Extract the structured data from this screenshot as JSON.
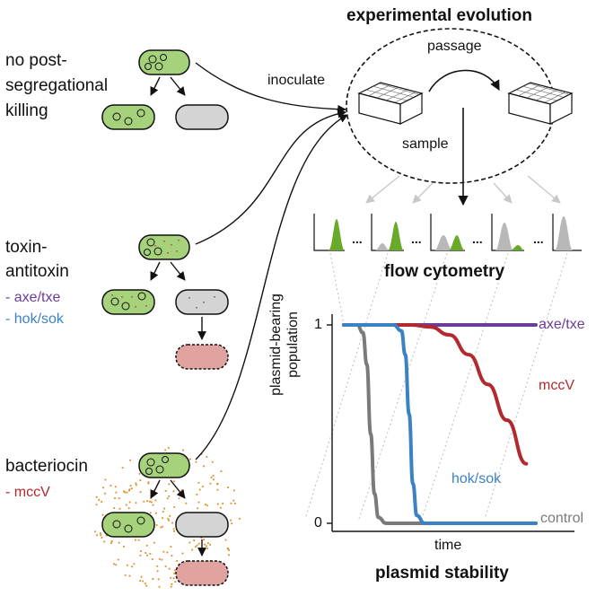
{
  "header": {
    "title": "experimental evolution"
  },
  "evolution": {
    "passage_label": "passage",
    "inoculate_label": "inoculate",
    "sample_label": "sample"
  },
  "systems": {
    "none": {
      "line1": "no post-",
      "line2": "segregational",
      "line3": "killing"
    },
    "ta": {
      "line1": "toxin-",
      "line2": "antitoxin",
      "item1": "- axe/txe",
      "item2": "- hok/sok"
    },
    "bacteriocin": {
      "line1": "bacteriocin",
      "item1": "- mccV"
    }
  },
  "flow": {
    "title": "flow cytometry",
    "dots": "..."
  },
  "colors": {
    "plasmid_cell": "#a6d27c",
    "cured_cell": "#d4d4d4",
    "dead_cell": "#e0a3a0",
    "axe_txe": "#6a3d9a",
    "hok_sok": "#3b82c4",
    "mccV": "#b22a2e",
    "control": "#7a7a7a",
    "histogram_plasmid": "#6aaa2a",
    "histogram_cured": "#b8b8b8",
    "bacteriocin_dots": "#e08a20"
  },
  "chart_data": {
    "type": "line",
    "title": "plasmid stability",
    "xlabel": "time",
    "ylabel": "plasmid-bearing population",
    "yticks": [
      "0",
      "1"
    ],
    "ylim": [
      0,
      1
    ],
    "xlim": [
      0,
      10
    ],
    "series": [
      {
        "name": "axe/txe",
        "color": "#6a3d9a",
        "x": [
          0,
          10
        ],
        "y": [
          1,
          1
        ]
      },
      {
        "name": "mccV",
        "color": "#b22a2e",
        "x": [
          0,
          3.5,
          4.5,
          5.5,
          6.5,
          7.5,
          8.5,
          9.5
        ],
        "y": [
          1,
          1,
          0.99,
          0.95,
          0.85,
          0.7,
          0.52,
          0.3
        ]
      },
      {
        "name": "hok/sok",
        "color": "#3b82c4",
        "x": [
          0,
          2.6,
          3.0,
          3.2,
          3.4,
          3.6,
          3.8,
          4.2,
          10
        ],
        "y": [
          1,
          1,
          0.97,
          0.85,
          0.55,
          0.2,
          0.04,
          0,
          0
        ]
      },
      {
        "name": "control",
        "color": "#7a7a7a",
        "x": [
          0,
          0.7,
          1.0,
          1.2,
          1.4,
          1.6,
          1.8,
          2.2,
          10
        ],
        "y": [
          1,
          1,
          0.96,
          0.8,
          0.45,
          0.15,
          0.03,
          0,
          0
        ]
      }
    ]
  }
}
